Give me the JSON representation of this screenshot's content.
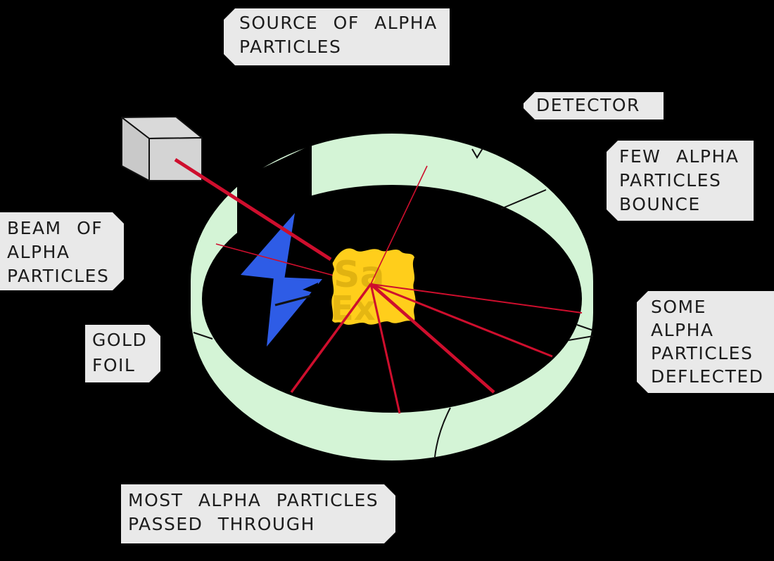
{
  "labels": {
    "source": {
      "lines": [
        "SOURCE OF ALPHA",
        "PARTICLES"
      ]
    },
    "detector": {
      "lines": [
        "DETECTOR"
      ]
    },
    "few": {
      "lines": [
        "FEW ALPHA",
        "PARTICLES",
        "BOUNCE"
      ]
    },
    "some": {
      "lines": [
        "SOME",
        "ALPHA",
        "PARTICLES",
        "DEFLECTED"
      ]
    },
    "beam": {
      "lines": [
        "BEAM OF",
        "ALPHA",
        "PARTICLES"
      ]
    },
    "gold": {
      "lines": [
        "GOLD",
        "FOIL"
      ]
    },
    "most": {
      "lines": [
        "MOST ALPHA PARTICLES",
        "PASSED THROUGH"
      ]
    }
  },
  "watermark": {
    "line1": "Sa",
    "line2": "Ex"
  },
  "colors": {
    "bg": "#000000",
    "ring_green": "#d4f4d6",
    "ray_red": "#ce0e2d",
    "bolt_blue": "#2e5ce6",
    "foil_gold": "#ffce1b",
    "box_gray_top": "#d9d9d9",
    "box_gray_left": "#c9c9c9",
    "box_gray_front": "#d4d4d4",
    "label_bg": "#e9e9e9",
    "outline_black": "#111111"
  }
}
